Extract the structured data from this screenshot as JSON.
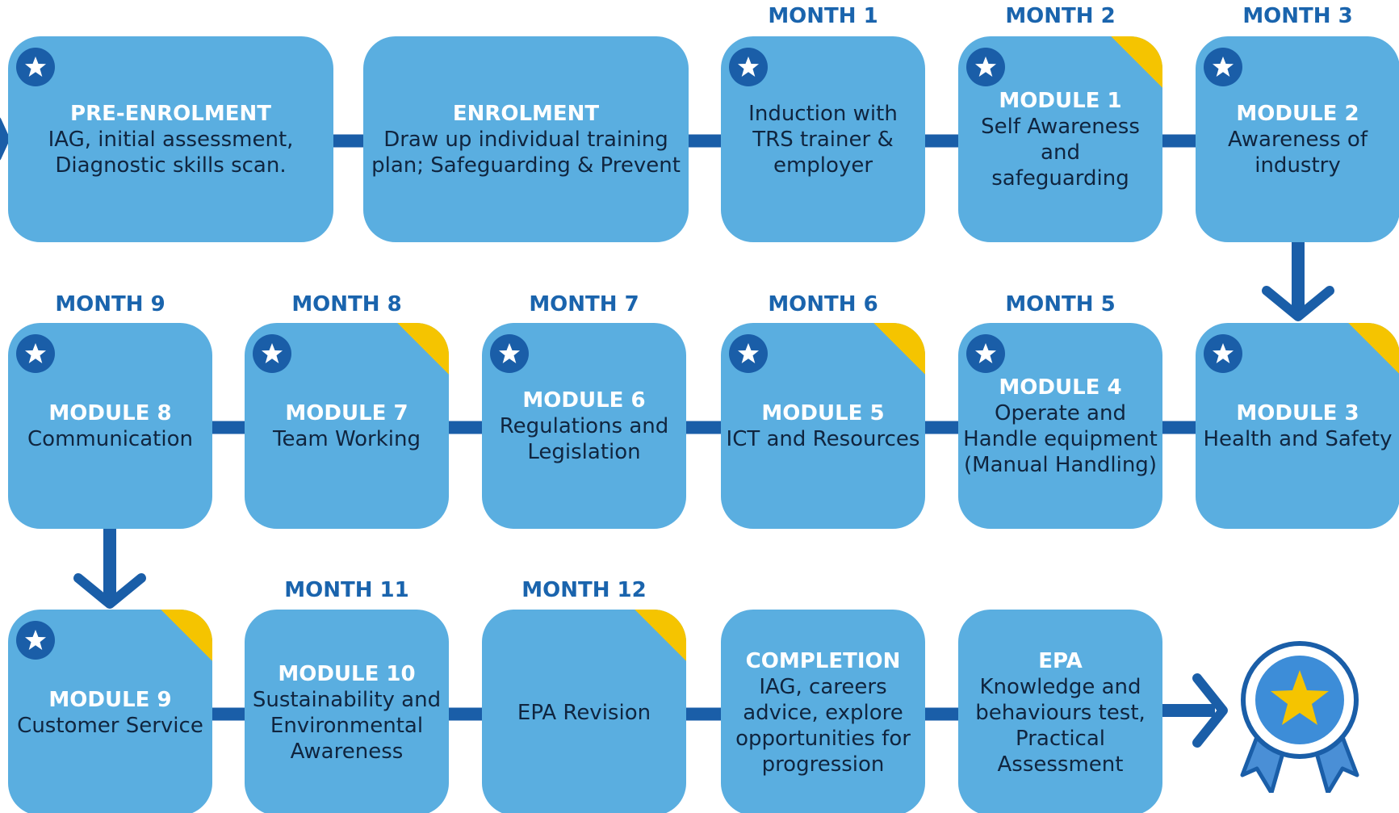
{
  "colors": {
    "card": "#5aaee0",
    "connector": "#1a5ea8",
    "month_label": "#1a64ad",
    "title_text": "#ffffff",
    "body_text": "#10253f",
    "fold_corner": "#f5c400",
    "award_star": "#f5c400"
  },
  "icons": {
    "card_icon": "star-badge-icon",
    "final_icon": "award-ribbon-icon",
    "flow_arrow": "right-arrow-icon",
    "row_change_arrow": "down-arrow-icon"
  },
  "rows": [
    {
      "direction": "left-to-right",
      "steps": [
        {
          "id": "pre-enrolment",
          "month": "",
          "title": "PRE-ENROLMENT",
          "body": "IAG, initial assessment,\nDiagnostic skills scan.",
          "star": true,
          "fold": false
        },
        {
          "id": "enrolment",
          "month": "",
          "title": "ENROLMENT",
          "body": "Draw up individual training\nplan; Safeguarding & Prevent",
          "star": false,
          "fold": false
        },
        {
          "id": "induction",
          "month": "MONTH 1",
          "title": "",
          "body": "Induction with\nTRS trainer &\nemployer",
          "star": true,
          "fold": false
        },
        {
          "id": "module-1",
          "month": "MONTH 2",
          "title": "MODULE 1",
          "body": "Self Awareness and\nsafeguarding",
          "star": true,
          "fold": true
        },
        {
          "id": "module-2",
          "month": "MONTH 3",
          "title": "MODULE 2",
          "body": "Awareness of\nindustry",
          "star": true,
          "fold": false
        }
      ]
    },
    {
      "direction": "right-to-left",
      "steps": [
        {
          "id": "module-8",
          "month": "MONTH 9",
          "title": "MODULE 8",
          "body": "Communication",
          "star": true,
          "fold": false
        },
        {
          "id": "module-7",
          "month": "MONTH 8",
          "title": "MODULE 7",
          "body": "Team Working",
          "star": true,
          "fold": true
        },
        {
          "id": "module-6",
          "month": "MONTH 7",
          "title": "MODULE 6",
          "body": "Regulations and\nLegislation",
          "star": true,
          "fold": false
        },
        {
          "id": "module-5",
          "month": "MONTH 6",
          "title": "MODULE 5",
          "body": "ICT and Resources",
          "star": true,
          "fold": true
        },
        {
          "id": "module-4",
          "month": "MONTH 5",
          "title": "MODULE 4",
          "body": "Operate and\nHandle equipment\n(Manual Handling)",
          "star": true,
          "fold": false
        },
        {
          "id": "module-3",
          "month": "",
          "title": "MODULE 3",
          "body": "Health and Safety",
          "star": true,
          "fold": true
        }
      ]
    },
    {
      "direction": "left-to-right",
      "steps": [
        {
          "id": "module-9",
          "month": "",
          "title": "MODULE 9",
          "body": "Customer Service",
          "star": true,
          "fold": true
        },
        {
          "id": "module-10",
          "month": "MONTH 11",
          "title": "MODULE 10",
          "body": "Sustainability and\nEnvironmental\nAwareness",
          "star": false,
          "fold": false
        },
        {
          "id": "epa-revision",
          "month": "MONTH 12",
          "title": "",
          "body": "EPA Revision",
          "star": false,
          "fold": true
        },
        {
          "id": "completion",
          "month": "",
          "title": "COMPLETION",
          "body": "IAG, careers\nadvice, explore\nopportunities for\nprogression",
          "star": false,
          "fold": false
        },
        {
          "id": "epa",
          "month": "",
          "title": "EPA",
          "body": "Knowledge and\nbehaviours test,\nPractical\nAssessment",
          "star": false,
          "fold": false
        }
      ]
    }
  ]
}
